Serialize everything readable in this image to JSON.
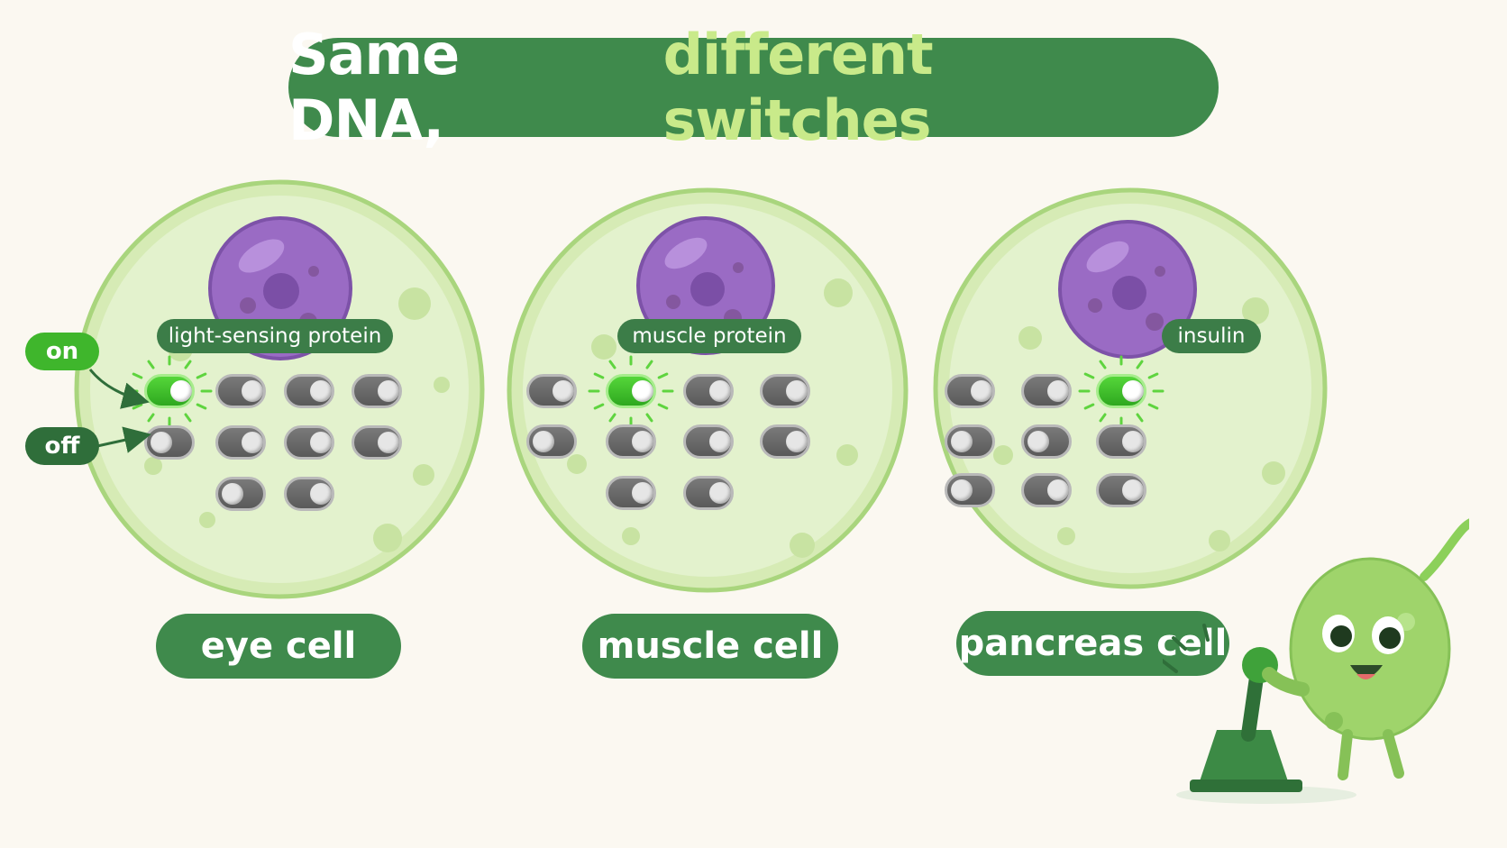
{
  "title": {
    "part1": "Same DNA,",
    "part2": "different switches"
  },
  "legend": {
    "on": "on",
    "off": "off"
  },
  "cells": [
    {
      "name": "eye cell",
      "protein": "light-sensing protein",
      "switches": [
        "on",
        "off-r",
        "off-r",
        "off-r",
        "off-l",
        "off-r",
        "off-r",
        "off-r",
        "off-l",
        "off-r"
      ]
    },
    {
      "name": "muscle cell",
      "protein": "muscle protein",
      "switches": [
        "off-r",
        "on",
        "off-r",
        "off-r",
        "off-l",
        "off-r",
        "off-r",
        "off-r",
        "off-r",
        "off-r"
      ]
    },
    {
      "name": "pancreas cell",
      "protein": "insulin",
      "switches": [
        "off-r",
        "off-r",
        "on",
        "off-l",
        "off-l",
        "off-r",
        "off-l",
        "off-r",
        "off-r"
      ]
    }
  ],
  "colors": {
    "accent": "#3f8a4c",
    "title_highlight": "#c9ea8a",
    "cell_fill": "#dff0c4",
    "cell_border": "#a9d57d",
    "nucleus": "#9a6bc4",
    "switch_on": "#3fb62c",
    "switch_off": "#6a6a6a"
  },
  "icons": {
    "mascot": "cell-mascot-icon",
    "lever": "lever-icon"
  }
}
